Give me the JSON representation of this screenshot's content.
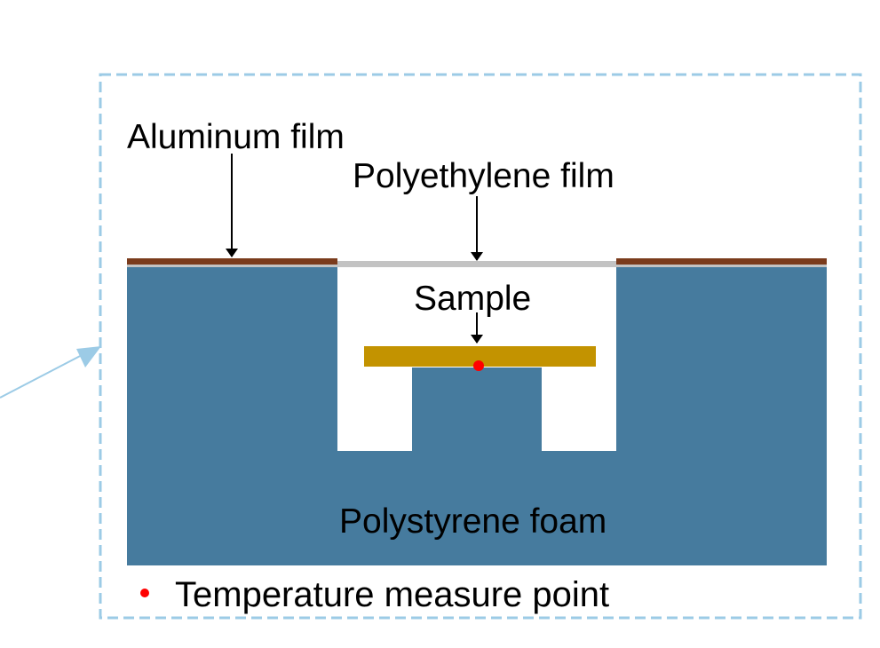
{
  "labels": {
    "aluminum_film": "Aluminum film",
    "polyethylene_film": "Polyethylene film",
    "sample": "Sample",
    "polystyrene_foam": "Polystyrene foam"
  },
  "legend": {
    "temperature_point": "Temperature measure point"
  },
  "colors": {
    "foam": "#467b9e",
    "aluminum": "#7a3b1c",
    "polyethylene": "#c3c3c3",
    "sample": "#c39300",
    "measure_point": "#ff0000",
    "frame": "#9ccbe6",
    "background": "#ffffff",
    "arrow": "#000000"
  }
}
